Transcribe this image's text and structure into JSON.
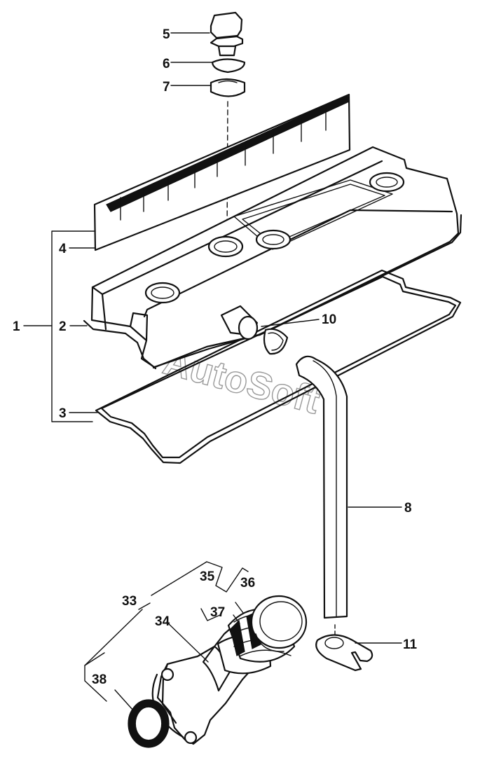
{
  "diagram": {
    "watermark": "AutoSoft",
    "callouts": [
      {
        "id": "1",
        "text": "1"
      },
      {
        "id": "2",
        "text": "2"
      },
      {
        "id": "3",
        "text": "3"
      },
      {
        "id": "4",
        "text": "4"
      },
      {
        "id": "5",
        "text": "5"
      },
      {
        "id": "6",
        "text": "6"
      },
      {
        "id": "7",
        "text": "7"
      },
      {
        "id": "8",
        "text": "8"
      },
      {
        "id": "10",
        "text": "10"
      },
      {
        "id": "11",
        "text": "11"
      },
      {
        "id": "33",
        "text": "33"
      },
      {
        "id": "34",
        "text": "34"
      },
      {
        "id": "35",
        "text": "35"
      },
      {
        "id": "36",
        "text": "36"
      },
      {
        "id": "37",
        "text": "37"
      },
      {
        "id": "38",
        "text": "38"
      }
    ]
  }
}
